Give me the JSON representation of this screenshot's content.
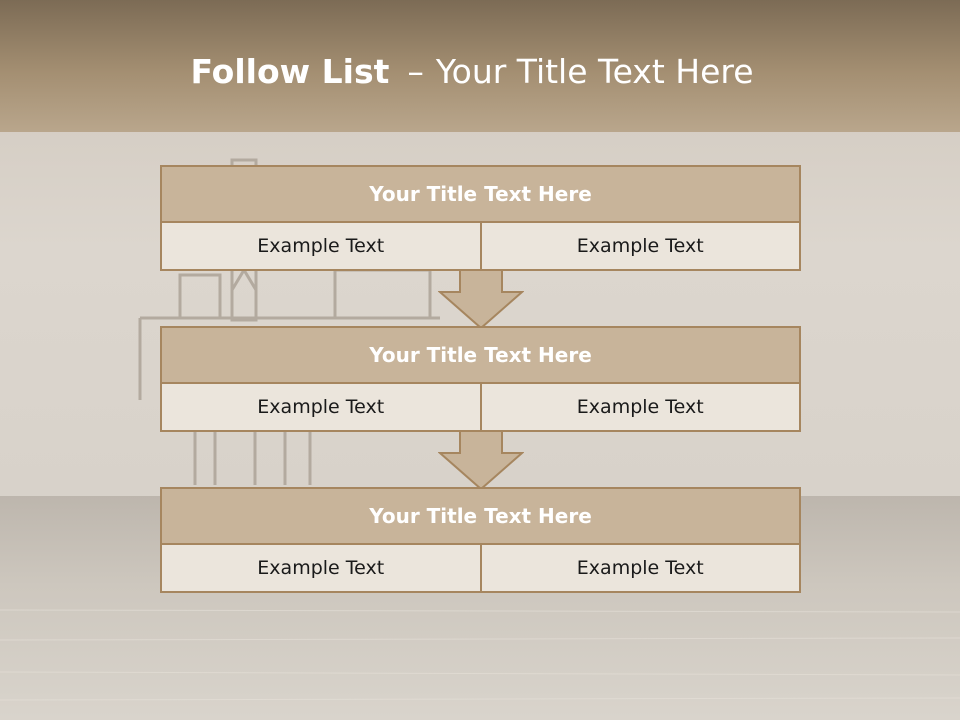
{
  "slide": {
    "title_bold": "Follow List",
    "title_sep": "–",
    "title_rest": "Your Title Text Here"
  },
  "blocks": [
    {
      "heading": "Your Title Text Here",
      "cells": [
        "Example Text",
        "Example Text"
      ]
    },
    {
      "heading": "Your Title Text Here",
      "cells": [
        "Example Text",
        "Example Text"
      ]
    },
    {
      "heading": "Your Title Text Here",
      "cells": [
        "Example Text",
        "Example Text"
      ]
    }
  ],
  "colors": {
    "header_band": "#7e6d57",
    "block_header": "#c8b49a",
    "block_border": "#a6865f",
    "block_cell": "#ebe5dc",
    "sea": "#c9c3ba"
  }
}
